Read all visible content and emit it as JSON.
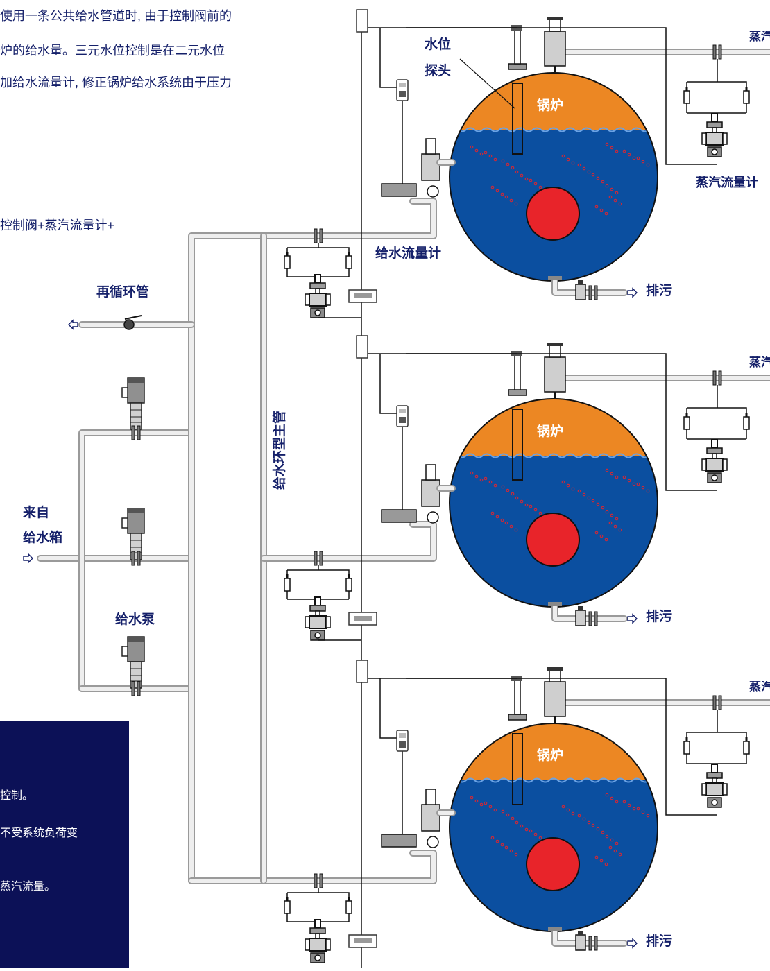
{
  "intro_lines": [
    "使用一条公共给水管道时, 由于控制阀前的",
    "炉的给水量。三元水位控制是在二元水位",
    "加给水流量计, 修正锅炉给水系统由于压力"
  ],
  "partial_caption": "控制阀+蒸汽流量计+",
  "features": [
    "控制。",
    "不受系统负荷变",
    "蒸汽流量。"
  ],
  "labels": {
    "probe": [
      "水位",
      "探头"
    ],
    "boiler": "锅炉",
    "steam_flowmeter": "蒸汽流量计",
    "feedwater_flowmeter": "给水流量计",
    "blowdown": "排污",
    "recirculation": "再循环管",
    "ring_main": "给水环型主管",
    "source": [
      "来自",
      "给水箱"
    ],
    "pump": "给水泵",
    "steam_edge": "蒸汽"
  },
  "colors": {
    "text": "#15206a",
    "steam": "#ec8723",
    "water": "#0b4fa0",
    "furnace": "#e8242a",
    "pipe_fill": "#eeeeee",
    "pipe_outline": "#9a9a9a",
    "panel": "#0c1157"
  },
  "icons": [
    "arrow-right-icon",
    "arrow-left-icon",
    "ball-valve-icon",
    "pump-icon",
    "control-valve-icon",
    "gauge-icon",
    "flowmeter-icon"
  ]
}
